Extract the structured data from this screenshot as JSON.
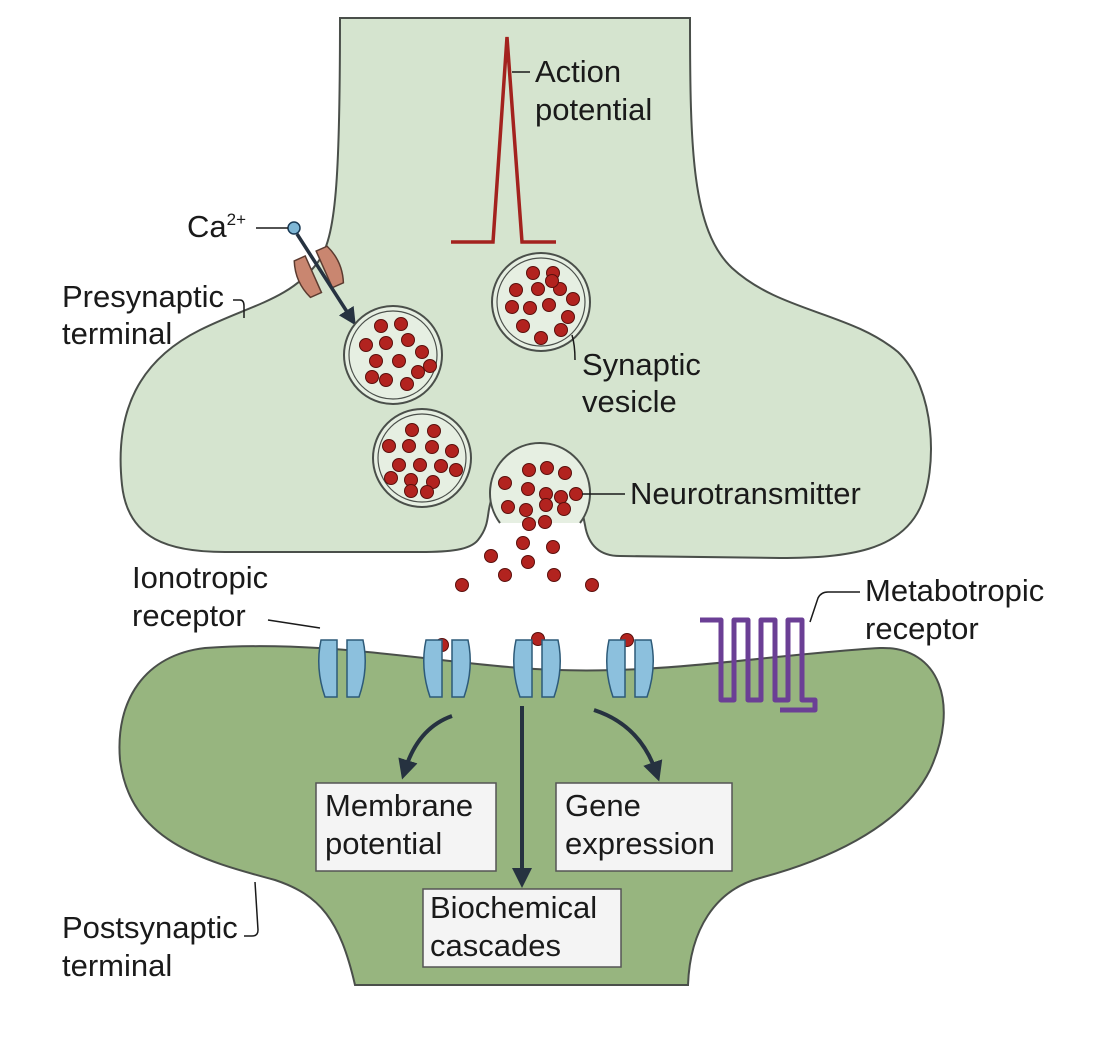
{
  "labels": {
    "action_potential": [
      "Action",
      "potential"
    ],
    "calcium": "Ca",
    "calcium_charge": "2+",
    "presynaptic_terminal": [
      "Presynaptic",
      "terminal"
    ],
    "synaptic_vesicle": [
      "Synaptic",
      "vesicle"
    ],
    "neurotransmitter": "Neurotransmitter",
    "ionotropic_receptor": [
      "Ionotropic",
      "receptor"
    ],
    "metabotropic_receptor": [
      "Metabotropic",
      "receptor"
    ],
    "postsynaptic_terminal": [
      "Postsynaptic",
      "terminal"
    ]
  },
  "outcomes": {
    "membrane_potential": [
      "Membrane",
      "potential"
    ],
    "gene_expression": [
      "Gene",
      "expression"
    ],
    "biochemical_cascades": [
      "Biochemical",
      "cascades"
    ]
  },
  "colors": {
    "presynaptic_fill": "#d5e4cf",
    "postsynaptic_fill": "#97b57f",
    "outline": "#4a4f4a",
    "neurotransmitter": "#b2231f",
    "action_potential": "#a3221e",
    "ionotropic_receptor": "#8cc0dd",
    "metabotropic_receptor": "#6b3f95",
    "calcium_channel": "#c98670",
    "arrow": "#263240"
  }
}
